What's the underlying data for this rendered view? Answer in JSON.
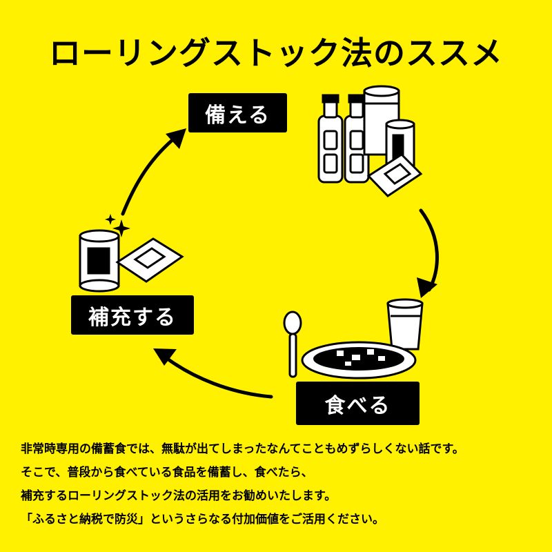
{
  "title": "ローリングストック法のススメ",
  "cycle": {
    "prepare": "備える",
    "eat": "食べる",
    "refill": "補充する"
  },
  "description": [
    "非常時専用の備蓄食では、無駄が出てしまったなんてこともめずらしくない話です。",
    "そこで、普段から食べている食品を備蓄し、食べたら、",
    "補充するローリングストック法の活用をお勧めいたします。",
    "「ふるさと納税で防災」というさらなる付加価値をご活用ください。"
  ],
  "colors": {
    "background": "#FFF100",
    "label_background": "#000000",
    "label_text": "#FFFFFF"
  },
  "icons": [
    "water-bottle-icon",
    "canned-food-icon",
    "retort-pouch-icon",
    "curry-plate-icon",
    "spoon-icon",
    "glass-icon",
    "sparkle-icon",
    "cycle-arrow-icon"
  ]
}
